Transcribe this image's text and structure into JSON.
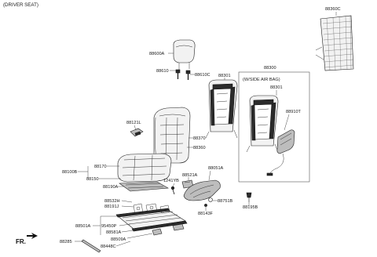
{
  "header": {
    "title": "(DRIVER SEAT)"
  },
  "box": {
    "number": "88300",
    "title": "(W/SIDE AIR BAG)"
  },
  "footer": {
    "direction": "FR."
  },
  "labels": {
    "l88360C": "88360C",
    "l88600A": "88600A",
    "l88610": "88610",
    "l88610C": "88610C",
    "l88301a": "88301",
    "l88301b": "88301",
    "l88910T": "88910T",
    "l88121L": "88121L",
    "l88370": "88370",
    "l88360": "88360",
    "l88170": "88170",
    "l88100B": "88100B",
    "l88150": "88150",
    "l88190A": "88190A",
    "l1241YB": "1241YB",
    "l88521A": "88521A",
    "l88051A": "88051A",
    "l88751B": "88751B",
    "l88143F": "88143F",
    "l88195B": "88195B",
    "l88532H": "88532H",
    "l88191J": "88191J",
    "l88501A": "88501A",
    "l95450P": "95450P",
    "l88581A": "88581A",
    "l88509A": "88509A",
    "l88285": "88285",
    "l88448C": "88448C"
  }
}
